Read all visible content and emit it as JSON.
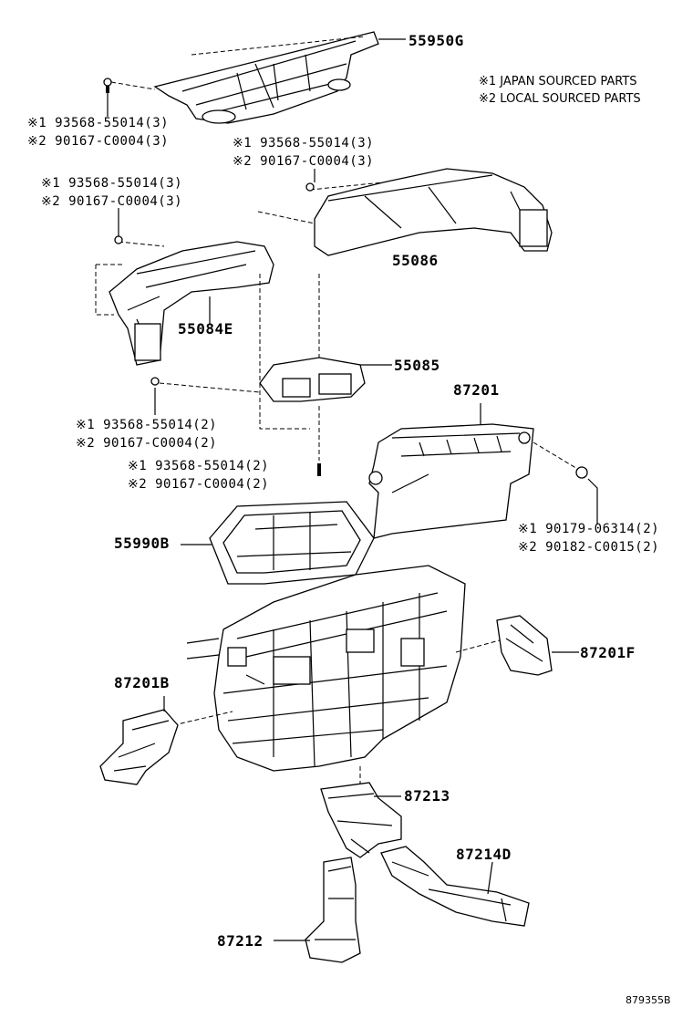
{
  "legend": {
    "note1": "※1 JAPAN SOURCED PARTS",
    "note2": "※2 LOCAL SOURCED PARTS"
  },
  "parts": {
    "p55950G": "55950G",
    "p55086": "55086",
    "p55084E": "55084E",
    "p55085": "55085",
    "p87201": "87201",
    "p55990B": "55990B",
    "p87201F": "87201F",
    "p87201B": "87201B",
    "p87213": "87213",
    "p87214D": "87214D",
    "p87212": "87212"
  },
  "fasteners": {
    "a1": "※1 93568-55014(3)",
    "a2": "※2 90167-C0004(3)",
    "b1": "※1 93568-55014(3)",
    "b2": "※2 90167-C0004(3)",
    "c1": "※1 93568-55014(3)",
    "c2": "※2 90167-C0004(3)",
    "d1": "※1 93568-55014(2)",
    "d2": "※2 90167-C0004(2)",
    "e1": "※1 93568-55014(2)",
    "e2": "※2 90167-C0004(2)",
    "f1": "※1 90179-06314(2)",
    "f2": "※2 90182-C0015(2)"
  },
  "diagram_code": "879355B"
}
